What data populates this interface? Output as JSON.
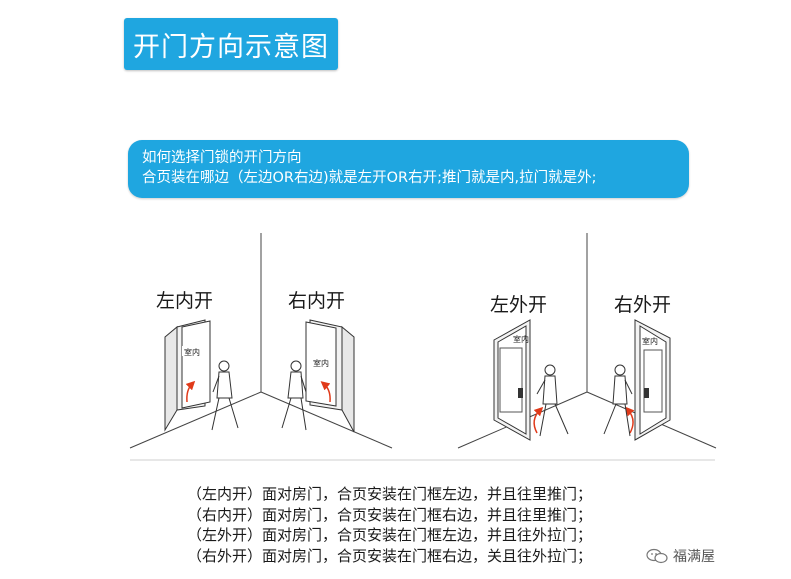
{
  "title": "开门方向示意图",
  "info": {
    "line1": "如何选择门锁的开门方向",
    "line2": "合页装在哪边（左边OR右边)就是左开OR右开;推门就是内,拉门就是外;"
  },
  "diagrams": [
    {
      "label": "左内开",
      "room": "室内"
    },
    {
      "label": "右内开",
      "room": "室内"
    },
    {
      "label": "左外开",
      "room": "室内"
    },
    {
      "label": "右外开",
      "room": "室内"
    }
  ],
  "descriptions": [
    "（左内开）面对房门，合页安装在门框左边，并且往里推门；",
    "（右内开）面对房门，合页安装在门框右边，并且往里推门；",
    "（左外开）面对房门，合页安装在门框左边，并且往外拉门；",
    "（右外开）面对房门，合页安装在门框右边，关且往外拉门；"
  ],
  "watermark": "福满屋",
  "colors": {
    "accent": "#1fa6e0",
    "arrow": "#e03a1a"
  }
}
